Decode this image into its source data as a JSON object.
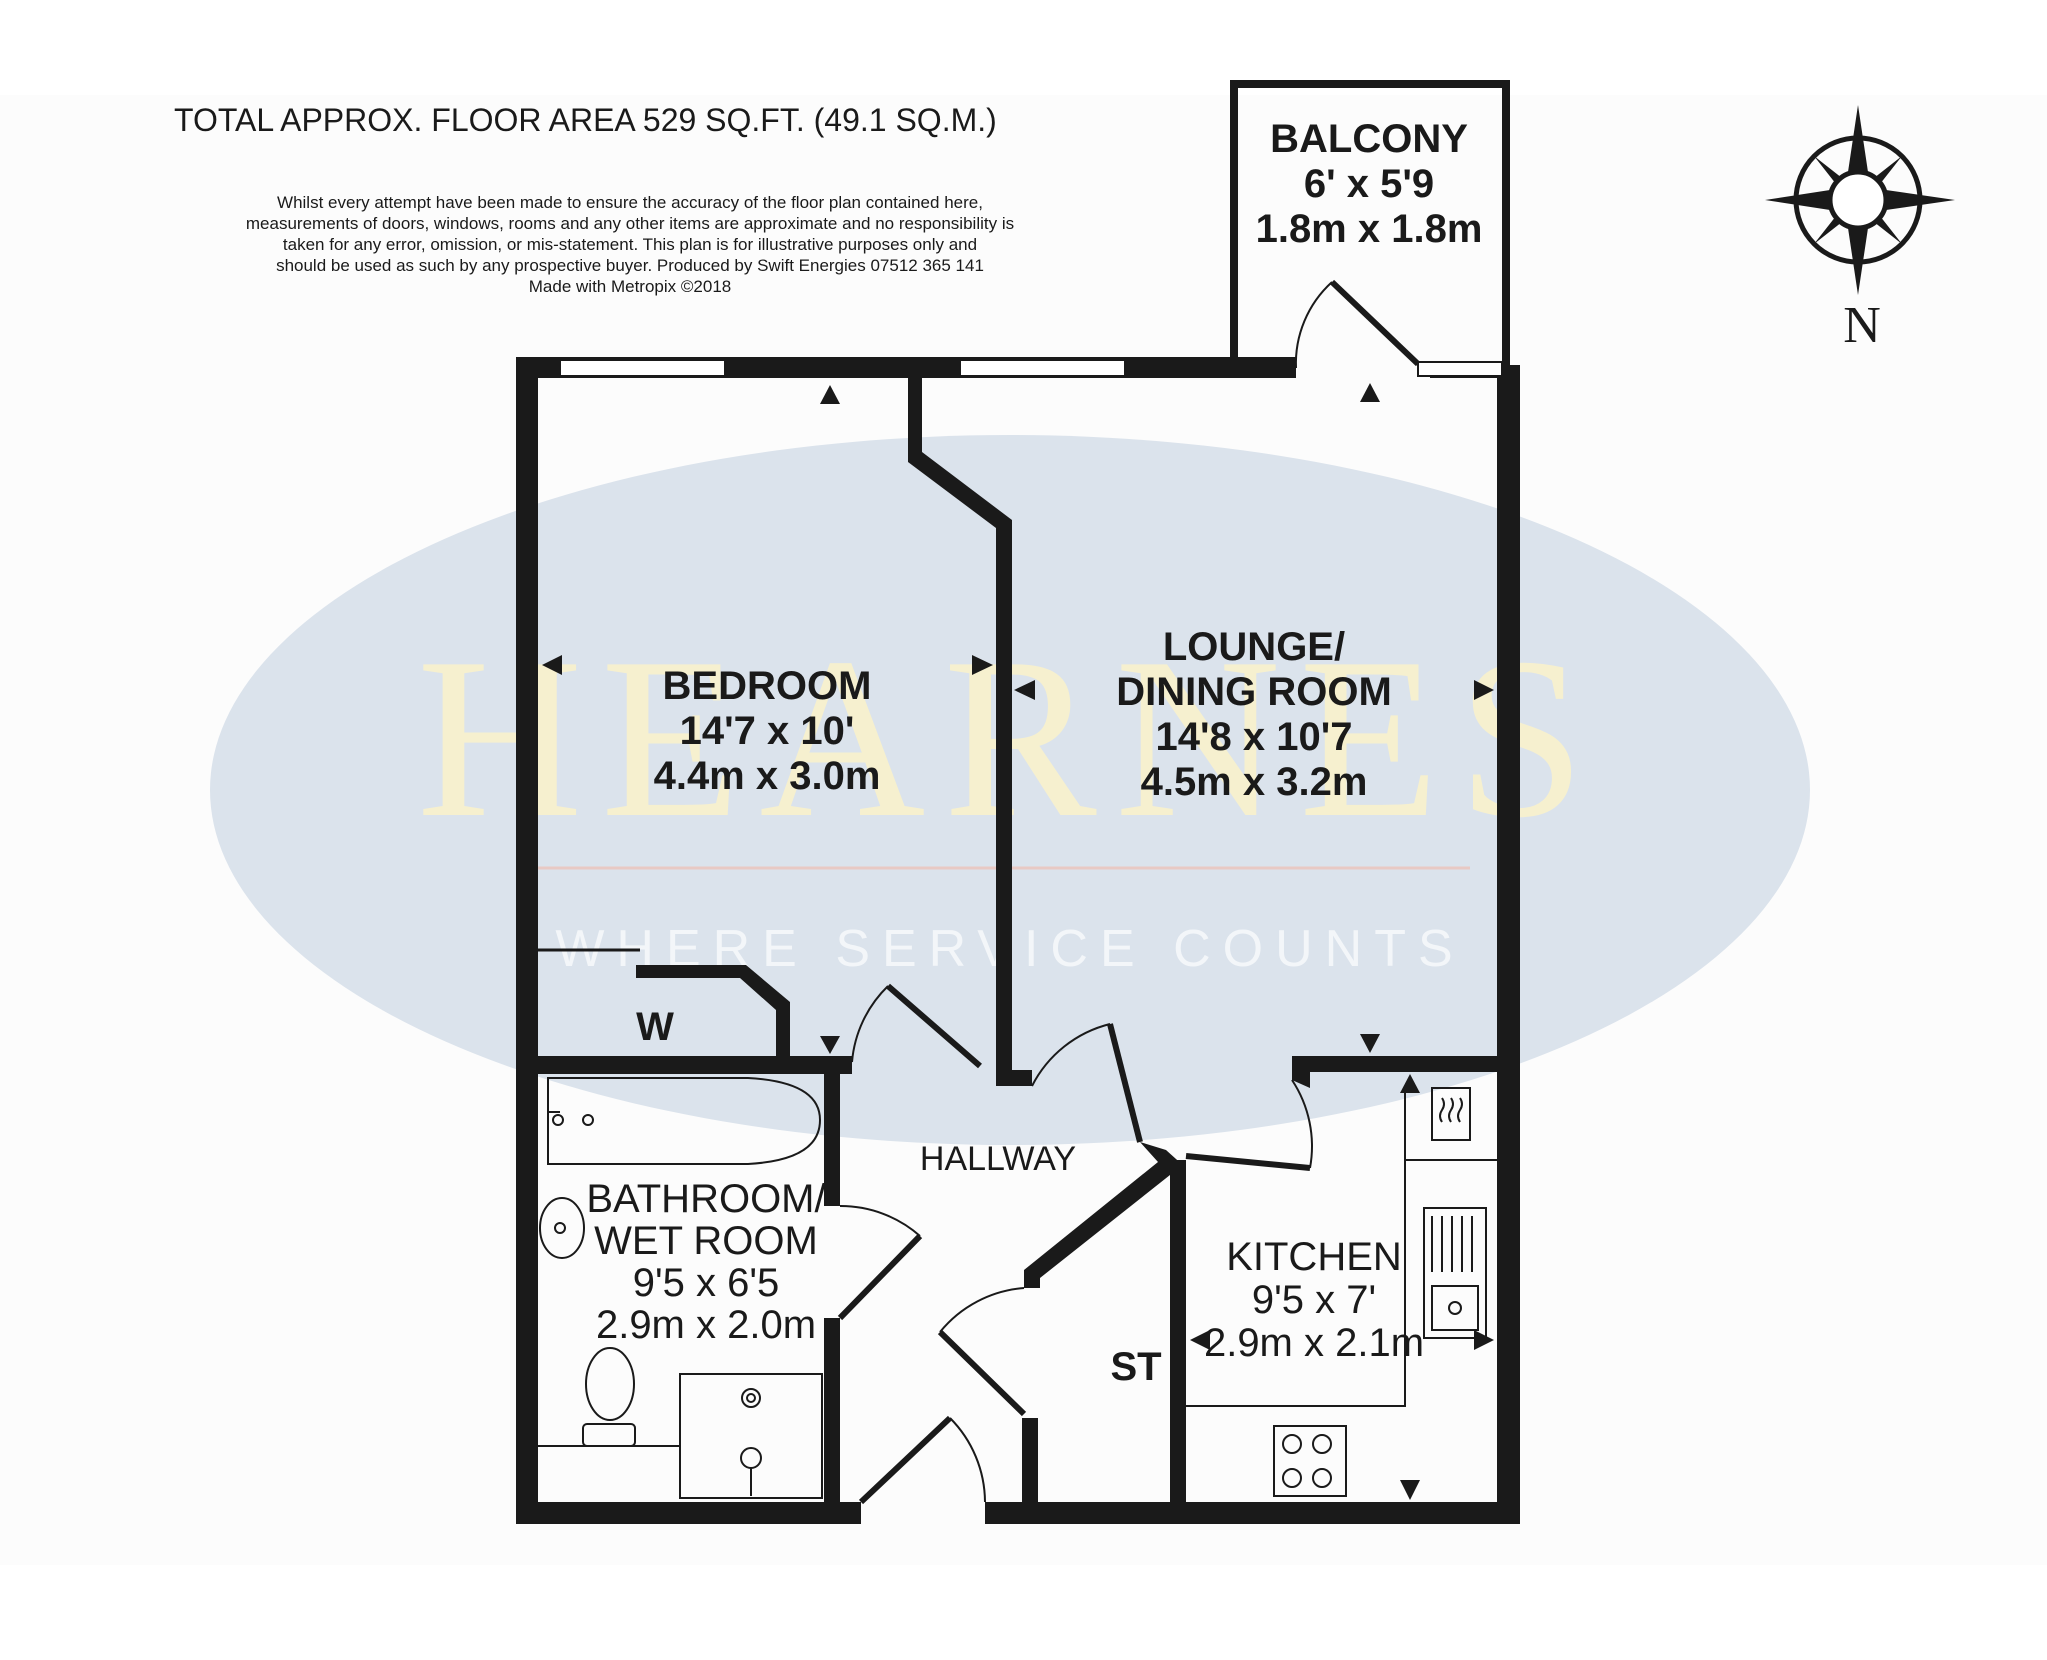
{
  "header": {
    "total_area": "TOTAL APPROX. FLOOR AREA 529 SQ.FT. (49.1 SQ.M.)",
    "disclaimer_lines": [
      "Whilst every attempt have been made to ensure the accuracy of the floor plan contained here,",
      "measurements of doors, windows, rooms and any other items are approximate and no responsibility is",
      "taken for any error, omission, or mis-statement. This plan is for illustrative purposes only and",
      "should be used as such by any prospective buyer. Produced by Swift Energies 07512 365 141",
      "Made with Metropix ©2018"
    ]
  },
  "watermark": {
    "brand": "HEARNES",
    "tagline": "WHERE SERVICE COUNTS"
  },
  "compass": {
    "north_label": "N"
  },
  "rooms": {
    "balcony": {
      "name": "BALCONY",
      "imperial": "6' x 5'9",
      "metric": "1.8m x 1.8m"
    },
    "bedroom": {
      "name": "BEDROOM",
      "imperial": "14'7 x 10'",
      "metric": "4.4m x 3.0m"
    },
    "lounge": {
      "name_line1": "LOUNGE/",
      "name_line2": "DINING ROOM",
      "imperial": "14'8 x 10'7",
      "metric": "4.5m x 3.2m"
    },
    "bathroom": {
      "name_line1": "BATHROOM/",
      "name_line2": "WET ROOM",
      "imperial": "9'5 x 6'5",
      "metric": "2.9m x 2.0m"
    },
    "kitchen": {
      "name": "KITCHEN",
      "imperial": "9'5 x 7'",
      "metric": "2.9m x 2.1m"
    },
    "hallway": {
      "name": "HALLWAY"
    },
    "wardrobe": {
      "name": "W"
    },
    "store": {
      "name": "ST"
    }
  },
  "colors": {
    "wall": "#1a1a1a",
    "watermark_ellipse": "#dbe3ec",
    "watermark_text": "#f6f0cf",
    "watermark_rule": "#e8c9c4"
  }
}
